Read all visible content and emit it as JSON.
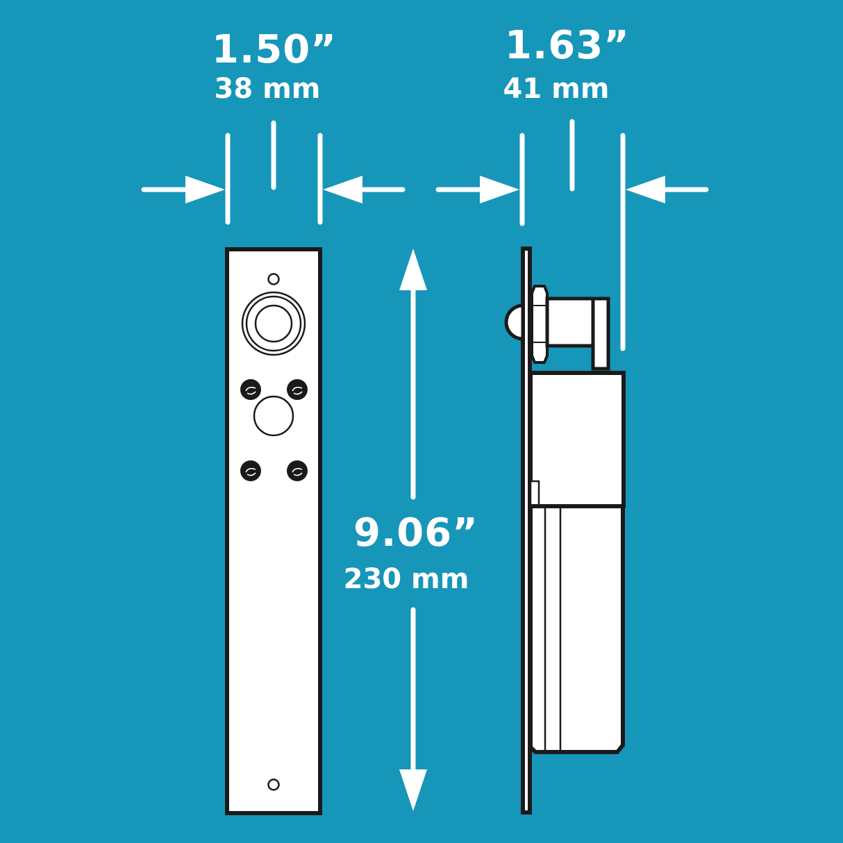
{
  "diagram": {
    "background_color": "#1696b9",
    "line_color": "#ffffff",
    "outline_color": "#1a1a1a",
    "front_view": {
      "width_inches": "1.50”",
      "width_mm": "38 mm",
      "height_inches": "9.06”",
      "height_mm": "230 mm"
    },
    "side_view": {
      "depth_inches": "1.63”",
      "depth_mm": "41 mm"
    }
  }
}
